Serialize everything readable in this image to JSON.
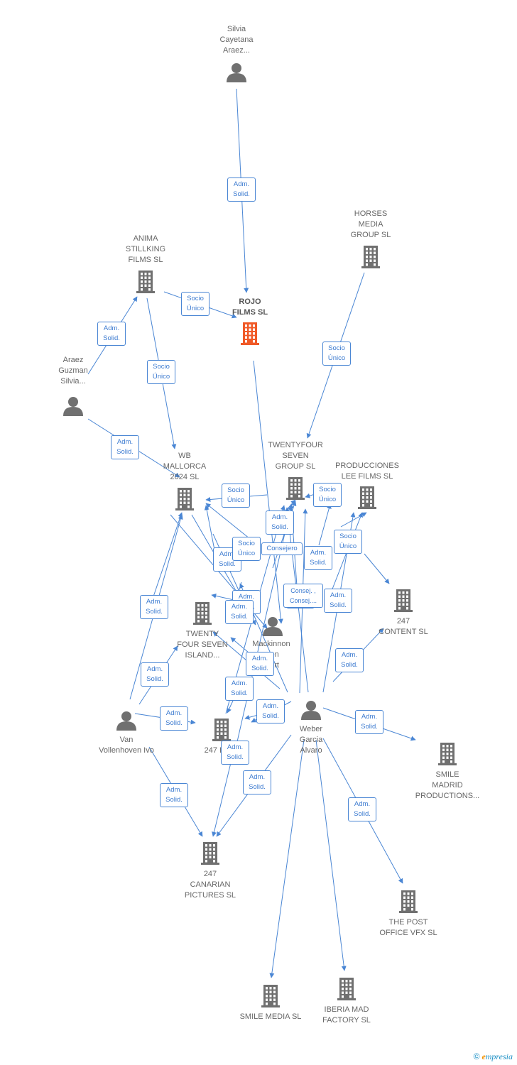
{
  "colors": {
    "edge": "#4a86d4",
    "company": "#707070",
    "main_company": "#f05a28",
    "person": "#707070"
  },
  "nodes": [
    {
      "id": "rojo",
      "type": "company",
      "main": true,
      "label": "ROJO\nFILMS  SL"
    },
    {
      "id": "silvia",
      "type": "person",
      "label": "Silvia\nCayetana\nAraez..."
    },
    {
      "id": "anima",
      "type": "company",
      "label": "ANIMA\nSTILLKING\nFILMS  SL"
    },
    {
      "id": "horses",
      "type": "company",
      "label": "HORSES\nMEDIA\nGROUP  SL"
    },
    {
      "id": "araez",
      "type": "person",
      "label": "Araez\nGuzman\nSilvia..."
    },
    {
      "id": "wb",
      "type": "company",
      "label": "WB\nMALLORCA\n2024  SL"
    },
    {
      "id": "twentyfour",
      "type": "company",
      "label": "TWENTYFOUR\nSEVEN\nGROUP  SL"
    },
    {
      "id": "producciones",
      "type": "company",
      "label": "PRODUCCIONES\nLEE FILMS SL"
    },
    {
      "id": "c247content",
      "type": "company",
      "label": "247\nCONTENT  SL"
    },
    {
      "id": "twentyseven",
      "type": "company",
      "label": "TWENTY\nFOUR SEVEN\nISLAND..."
    },
    {
      "id": "mackinnon",
      "type": "person",
      "label": "Mackinnon\n...on\n...art"
    },
    {
      "id": "van",
      "type": "person",
      "label": "Van\nVollenhoven Ivo"
    },
    {
      "id": "weber",
      "type": "person",
      "label": "Weber\nGarcia\nAlvaro"
    },
    {
      "id": "c247lat",
      "type": "company",
      "label": "247 LAT..."
    },
    {
      "id": "smilemadrid",
      "type": "company",
      "label": "SMILE\nMADRID\nPRODUCTIONS..."
    },
    {
      "id": "canarian",
      "type": "company",
      "label": "247\nCANARIAN\nPICTURES  SL"
    },
    {
      "id": "thepost",
      "type": "company",
      "label": "THE POST\nOFFICE VFX  SL"
    },
    {
      "id": "smilemedia",
      "type": "company",
      "label": "SMILE MEDIA SL"
    },
    {
      "id": "iberia",
      "type": "company",
      "label": "IBERIA MAD\nFACTORY  SL"
    }
  ],
  "edge_labels": [
    "Adm.\nSolid.",
    "Socio\nÚnico",
    "Adm.\nSolid.",
    "Socio\nÚnico",
    "Socio\nÚnico",
    "Adm.\nSolid.",
    "Socio\nÚnico",
    "Socio\nÚnico",
    "Adm.\nSolid.",
    "Socio\nÚnico",
    "Consejero",
    "Adm.\nSolid.",
    "Socio\nÚnico",
    "Adm.\nSolid.",
    "Adm.\nSolid.",
    "Consej. ,\nConsej....",
    "Adm.\nSolid.",
    "Adm.\nSolid.",
    "Adm.\nSolid.",
    "Adm.\nSolid.",
    "Adm.\nSolid.",
    "Adm.\nSolid.",
    "Adm.\nSolid.",
    "Adm.\nSolid.",
    "Adm.\nSolid.",
    "Adm.\nSolid.",
    "Adm.\nSolid.",
    "Adm.\nSolid.",
    "Adm.\nSolid.",
    "Adm.\nSolid.",
    "Adm.\nSolid."
  ],
  "branding": {
    "copyright": "©",
    "brand_initial": "e",
    "brand_rest": "mpresia"
  }
}
